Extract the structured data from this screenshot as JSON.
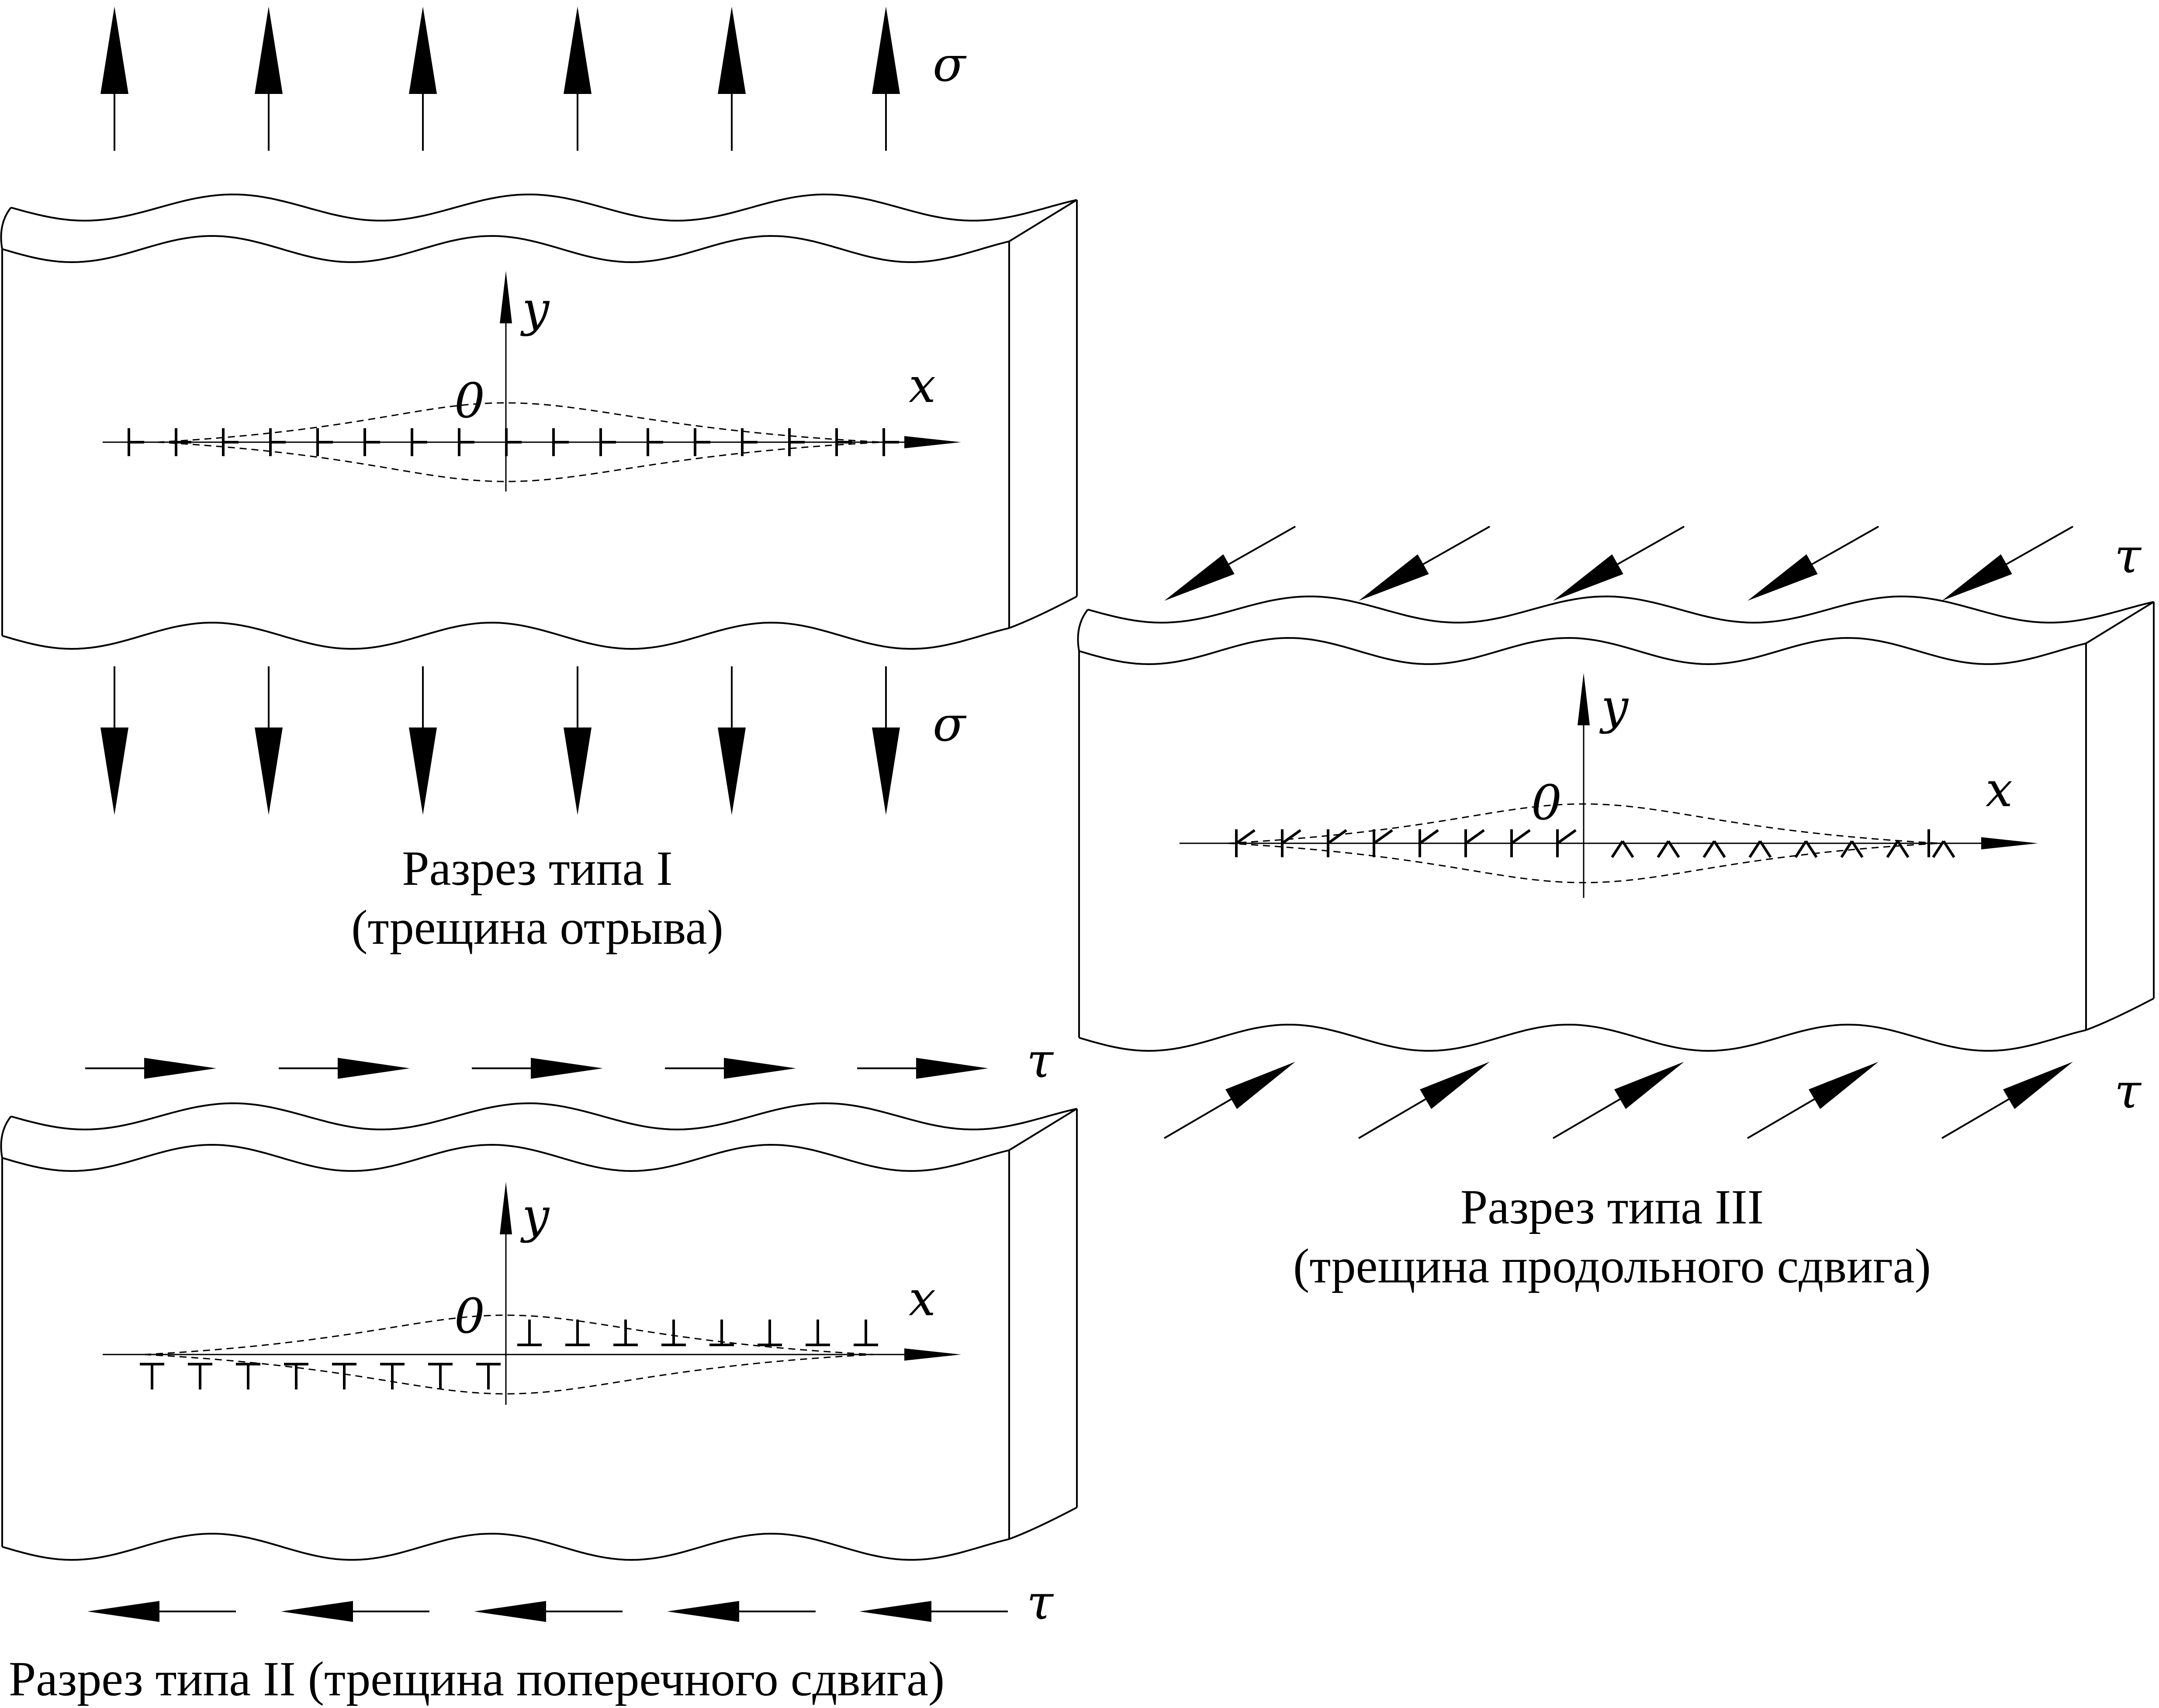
{
  "symbols": {
    "sigma": "σ",
    "tau": "τ",
    "x": "x",
    "y": "y",
    "origin": "0"
  },
  "panels": {
    "type1": {
      "caption_line1": "Разрез типа I",
      "caption_line2": "(трещина отрыва)"
    },
    "type2": {
      "caption": "Разрез типа II (трещина поперечного сдвига)"
    },
    "type3": {
      "caption_line1": "Разрез типа III",
      "caption_line2": "(трещина продольного сдвига)"
    }
  }
}
